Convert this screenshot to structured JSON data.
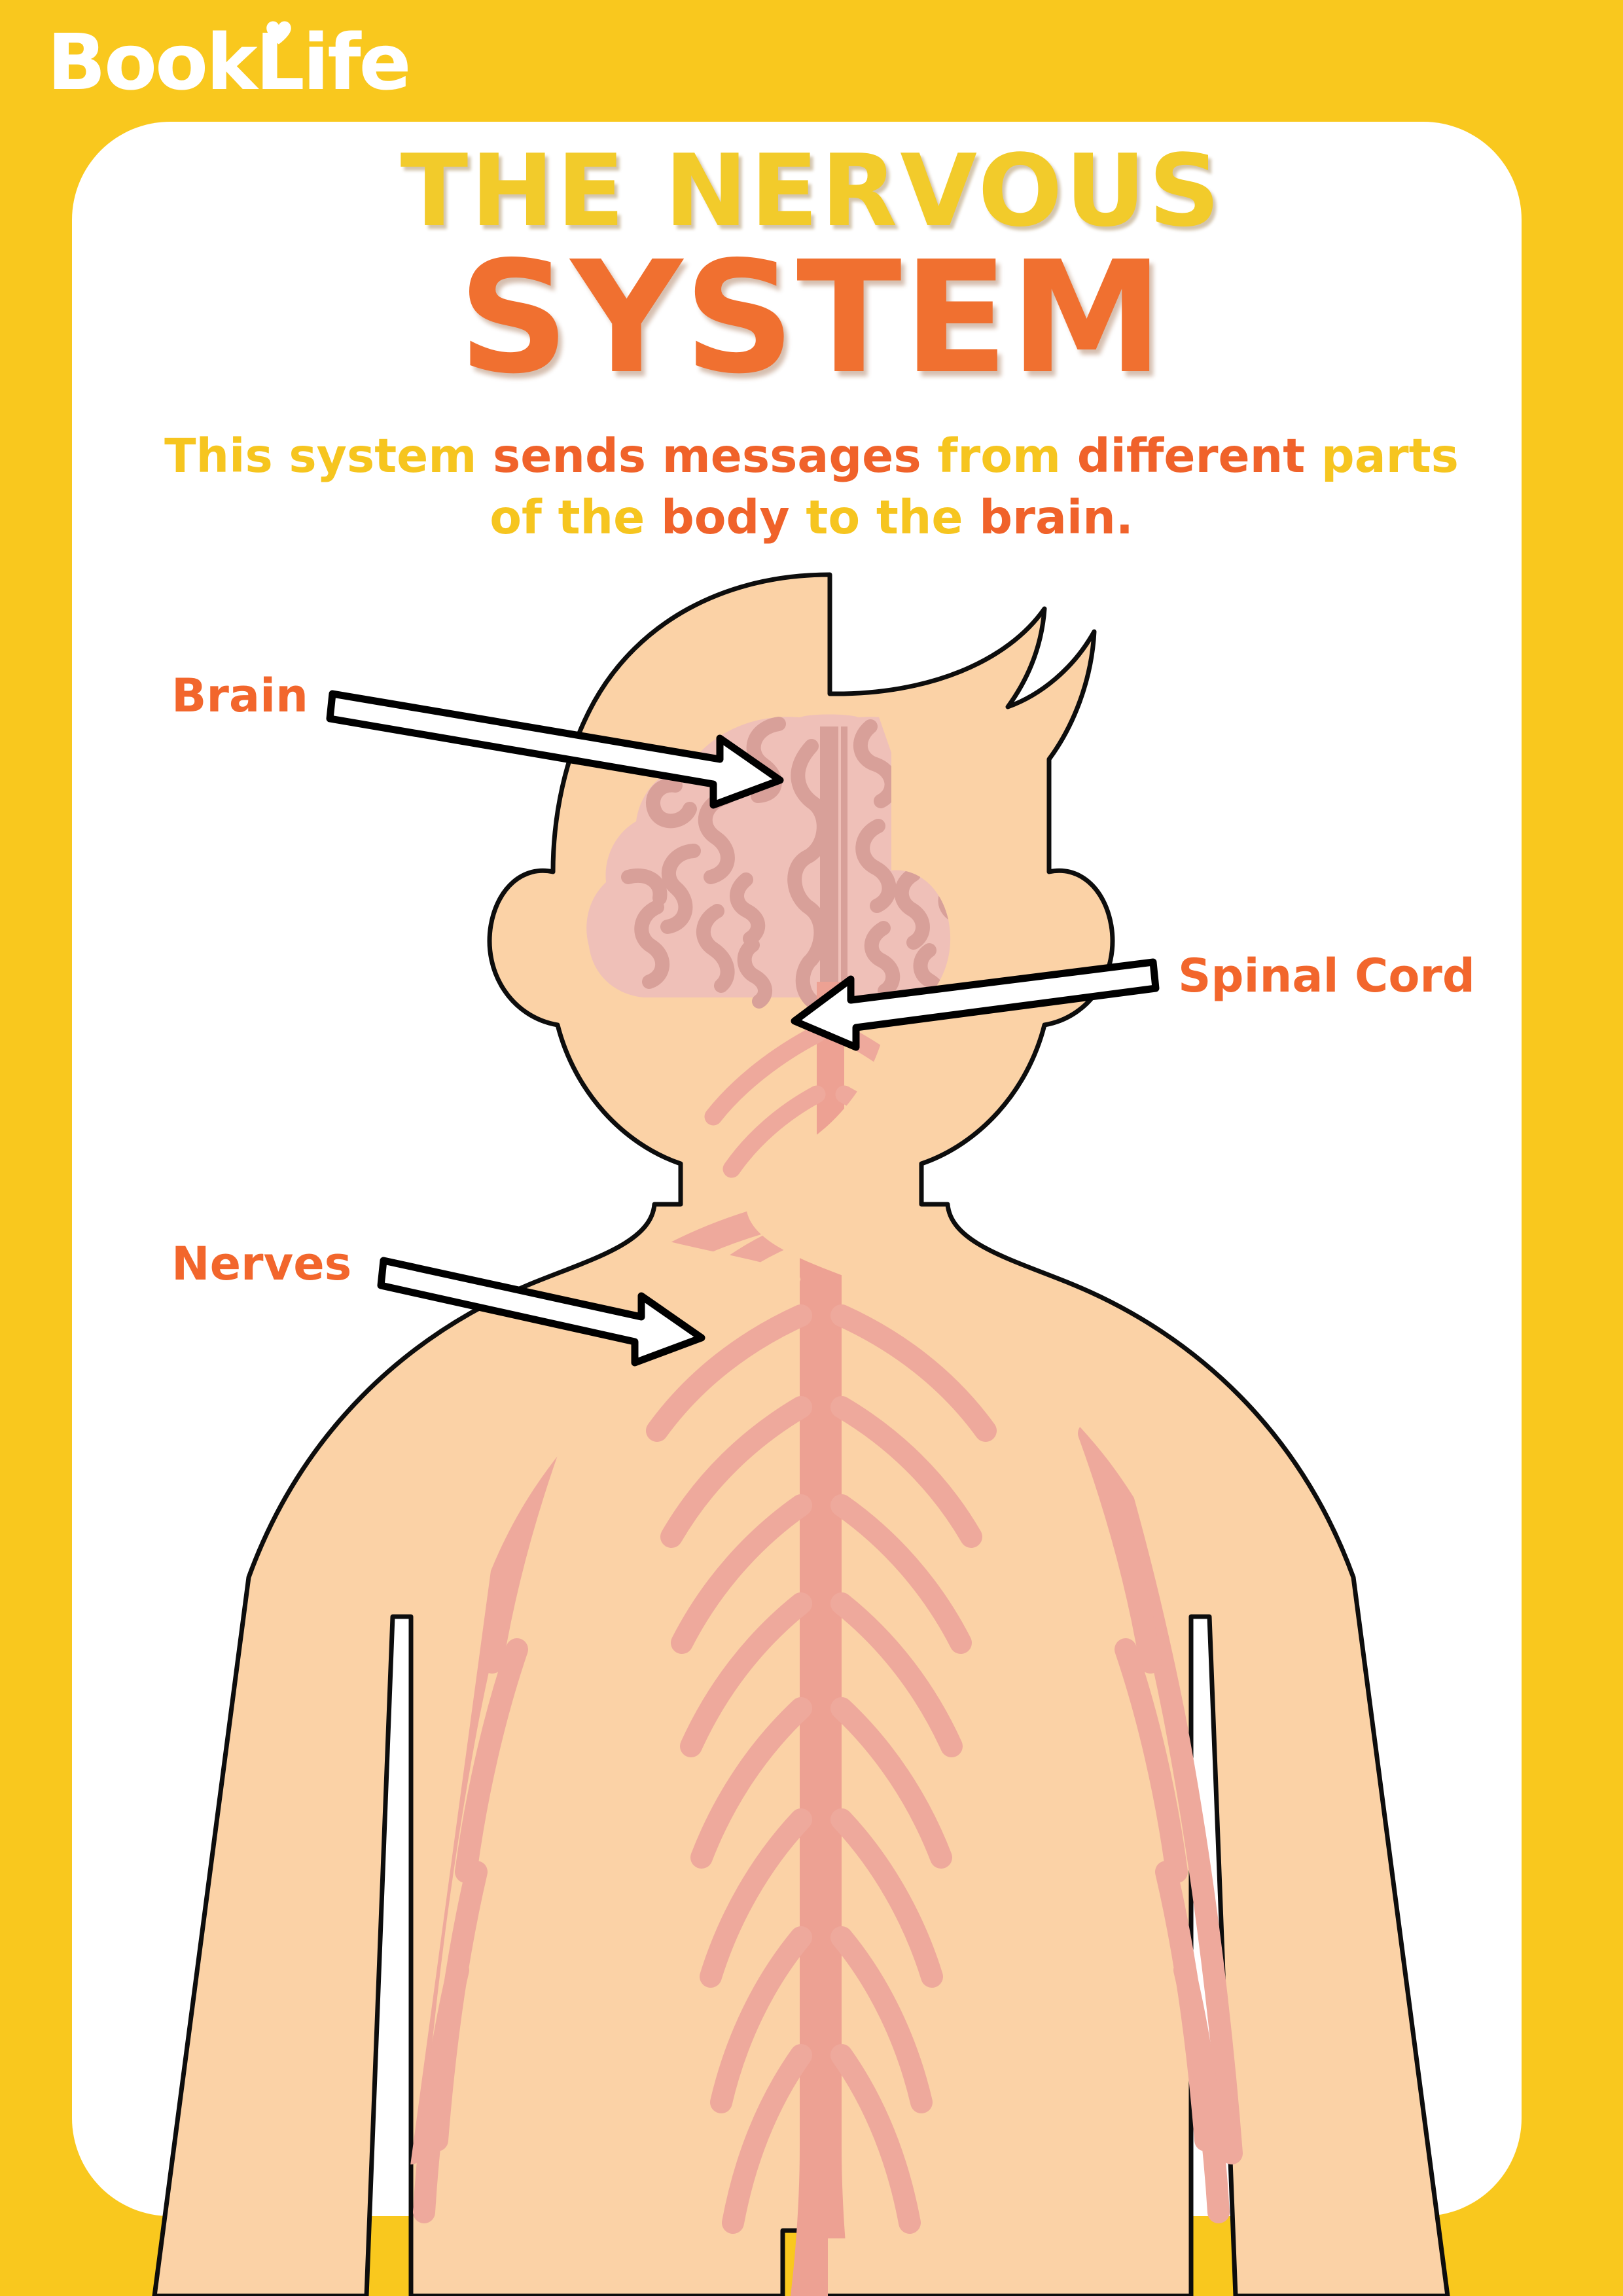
{
  "brand": {
    "name": "BookLife",
    "icon": "heart-icon",
    "color": "#FFFFFF"
  },
  "background": {
    "color": "#F9C81E",
    "card_color": "#FFFFFF"
  },
  "title": {
    "line1": "THE NERVOUS",
    "line2": "SYSTEM",
    "line1_color": "#F2CB2B",
    "line2_color": "#F07030"
  },
  "subtitle": {
    "full_text": "This system sends messages from different parts of the body to the brain.",
    "line1": [
      {
        "text": "This system ",
        "color": "yellow"
      },
      {
        "text": "sends messages ",
        "color": "orange"
      },
      {
        "text": "from ",
        "color": "yellow"
      },
      {
        "text": "different ",
        "color": "orange"
      },
      {
        "text": "parts",
        "color": "yellow"
      }
    ],
    "line2": [
      {
        "text": "of the ",
        "color": "yellow"
      },
      {
        "text": "body ",
        "color": "orange"
      },
      {
        "text": "to the ",
        "color": "yellow"
      },
      {
        "text": "brain.",
        "color": "orange"
      }
    ],
    "yellow": "#F6C51F",
    "orange": "#F0622A"
  },
  "labels": {
    "brain": "Brain",
    "spinal_cord": "Spinal Cord",
    "nerves": "Nerves",
    "color": "#F2662C"
  },
  "diagram": {
    "description": "Front-facing cartoon child figure showing the nervous system",
    "skin_color": "#FBD2A6",
    "outline_color": "#0D0D0D",
    "brain_fill": "#EFC0B8",
    "brain_gyri": "#D8A099",
    "nerve_color": "#EEA99C",
    "spinal_cord_color": "#EDA193",
    "parts": [
      "brain",
      "spinal-cord",
      "nerves",
      "head",
      "ears",
      "hair-spikes",
      "torso",
      "arms",
      "legs"
    ],
    "arrows": [
      {
        "name": "brain-arrow",
        "direction": "right",
        "points_to": "brain"
      },
      {
        "name": "spinal-cord-arrow",
        "direction": "left",
        "points_to": "spinal-cord"
      },
      {
        "name": "nerves-arrow",
        "direction": "right",
        "points_to": "nerves"
      }
    ],
    "arrow_fill": "#FFFFFF",
    "arrow_stroke": "#000000"
  }
}
